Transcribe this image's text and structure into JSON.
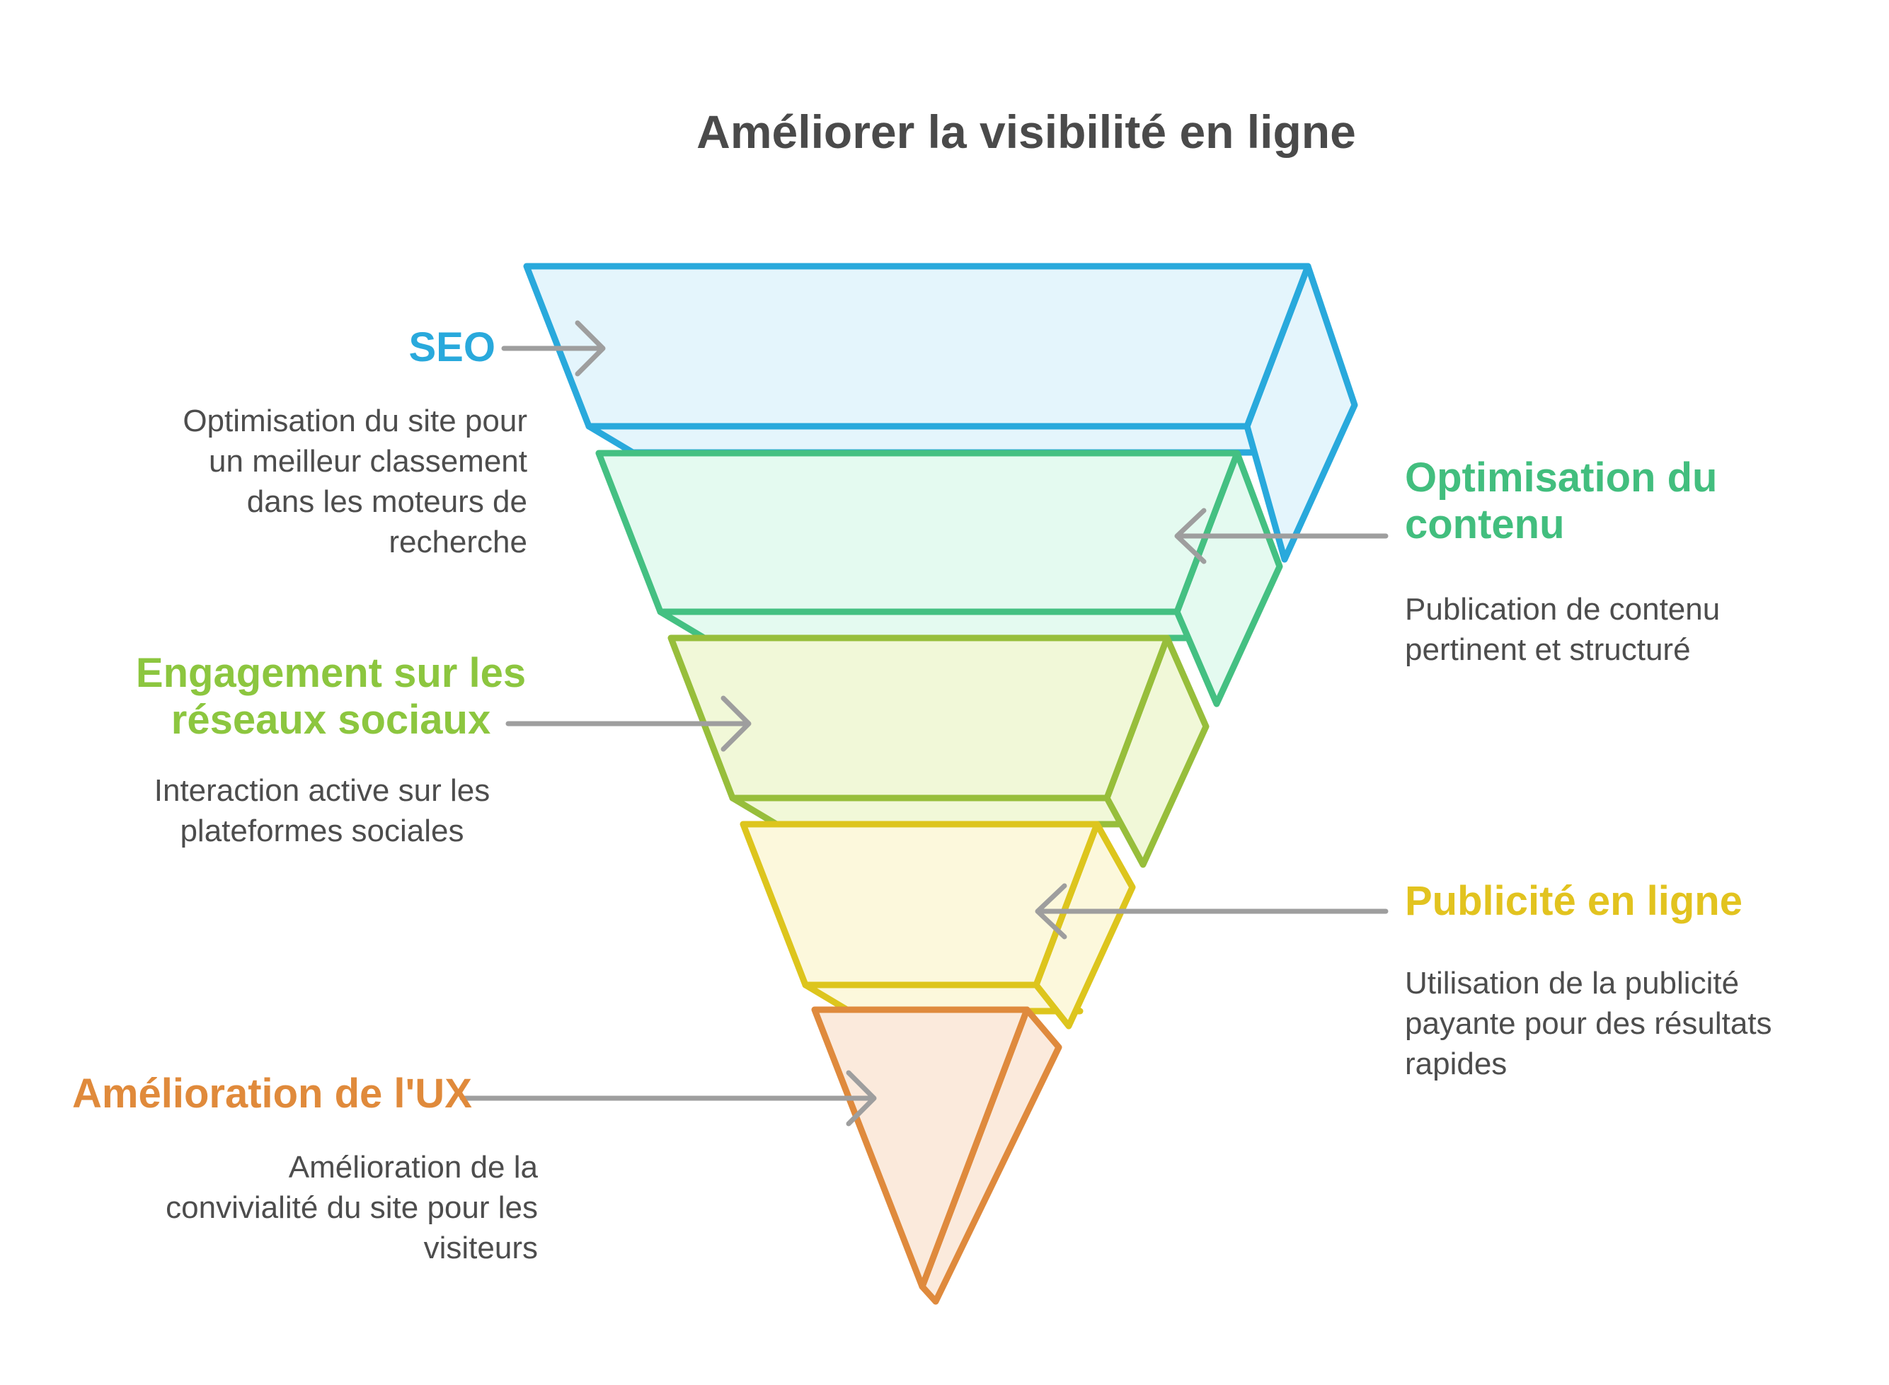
{
  "title": {
    "text": "Améliorer la visibilité en ligne",
    "color": "#4A4A4A"
  },
  "text_color": "#4D4D4D",
  "arrow_color": "#9E9E9E",
  "layers": [
    {
      "name": "seo",
      "label": "SEO",
      "label_color": "#29A9DC",
      "stroke": "#29A9DC",
      "fill": "#E4F5FC",
      "description_lines": [
        "Optimisation du site pour",
        "un meilleur classement",
        "dans les moteurs de",
        "recherche"
      ]
    },
    {
      "name": "optimisation-du-contenu",
      "label_lines": [
        "Optimisation du",
        "contenu"
      ],
      "label_color": "#42BE7E",
      "stroke": "#44C082",
      "fill": "#E4FAF0",
      "description_lines": [
        "Publication de contenu",
        "pertinent et structuré"
      ]
    },
    {
      "name": "engagement-reseaux-sociaux",
      "label_lines": [
        "Engagement sur les",
        "réseaux sociaux"
      ],
      "label_color": "#8CC63F",
      "stroke": "#97BE3B",
      "fill": "#F1F8D8",
      "description_lines": [
        "Interaction active sur les",
        "plateformes sociales"
      ]
    },
    {
      "name": "publicite-en-ligne",
      "label": "Publicité en ligne",
      "label_color": "#E2C31F",
      "stroke": "#DDC51D",
      "fill": "#FCF8DC",
      "description_lines": [
        "Utilisation de la publicité",
        "payante pour des résultats",
        "rapides"
      ]
    },
    {
      "name": "amelioration-ux",
      "label": "Amélioration de l'UX",
      "label_color": "#E08A3B",
      "stroke": "#DF8A3D",
      "fill": "#FBEADC",
      "description_lines": [
        "Amélioration de la",
        "convivialité du site pour les",
        "visiteurs"
      ]
    }
  ]
}
